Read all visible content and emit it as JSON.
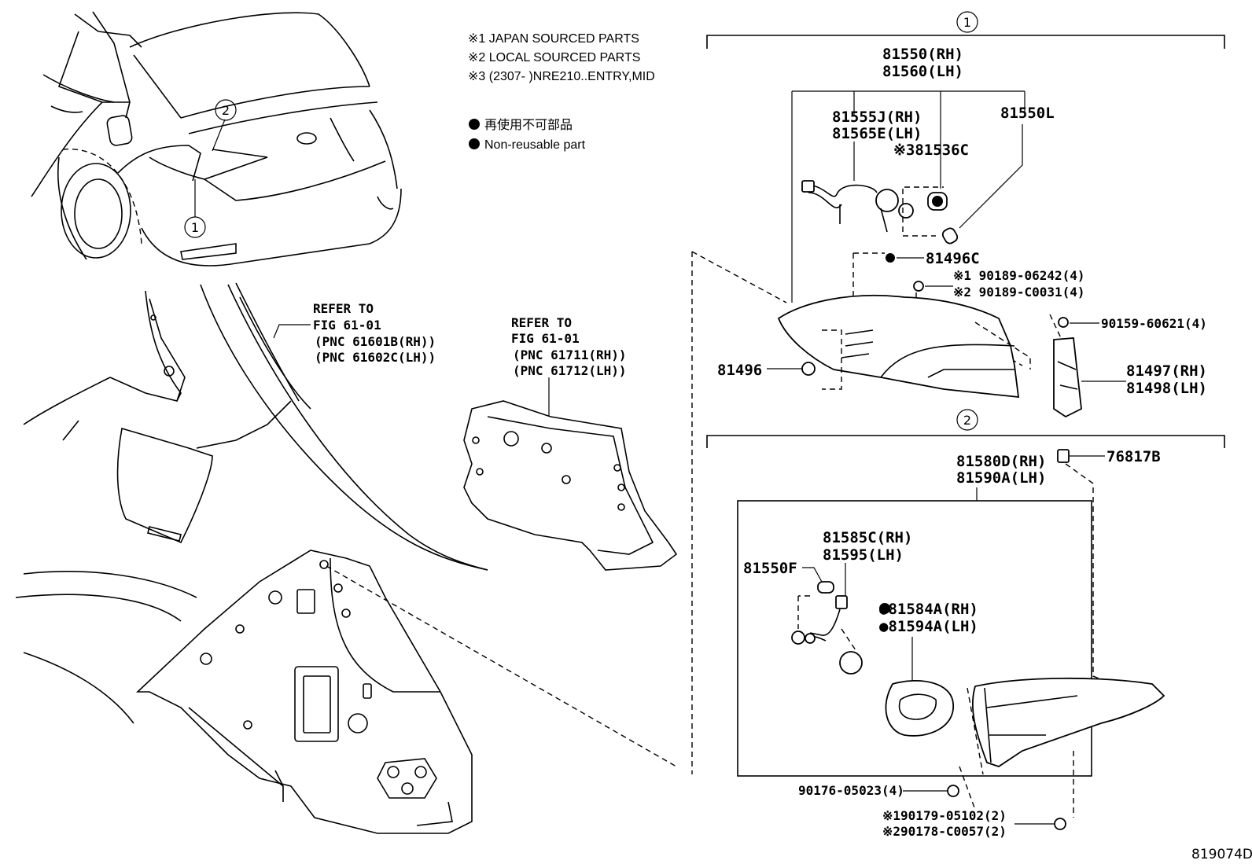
{
  "notes": {
    "note1": "※1 JAPAN SOURCED PARTS",
    "note2": "※2 LOCAL SOURCED PARTS",
    "note3": "※3 (2307-        )NRE210..ENTRY,MID",
    "legend_jp": "再使用不可部品",
    "legend_en": "Non-reusable part"
  },
  "refs": {
    "quarter_panel": {
      "line1": "REFER TO",
      "line2": "FIG 61-01",
      "line3": "(PNC 61601B(RH))",
      "line4": "(PNC 61602C(LH))"
    },
    "inner_panel": {
      "line1": "REFER TO",
      "line2": "FIG 61-01",
      "line3": "(PNC 61711(RH))",
      "line4": "(PNC 61712(LH))"
    }
  },
  "callouts": {
    "c1": "1",
    "c2": "2"
  },
  "group1": {
    "marker": "1",
    "assy_rh": "81550(RH)",
    "assy_lh": "81560(LH)",
    "socket_rh": "81555J(RH)",
    "socket_lh": "81565E(LH)",
    "cover": "※381536C",
    "bulb": "81550L",
    "grommet": "81496C",
    "screw1": "※1 90189-06242(4)",
    "screw2": "※2 90189-C0031(4)",
    "screw3": "90159-60621(4)",
    "cushion": "81496",
    "bracket_rh": "81497(RH)",
    "bracket_lh": "81498(LH)"
  },
  "group2": {
    "marker": "2",
    "clip": "76817B",
    "assy_rh": "81580D(RH)",
    "assy_lh": "81590A(LH)",
    "socket_rh": "81585C(RH)",
    "socket_lh": "81595(LH)",
    "bulb": "81550F",
    "gasket_rh": "●81584A(RH)",
    "gasket_lh": "●81594A(LH)",
    "nut": "90176-05023(4)",
    "nut1": "※190179-05102(2)",
    "nut2": "※290178-C0057(2)"
  },
  "figure_id": "819074D"
}
